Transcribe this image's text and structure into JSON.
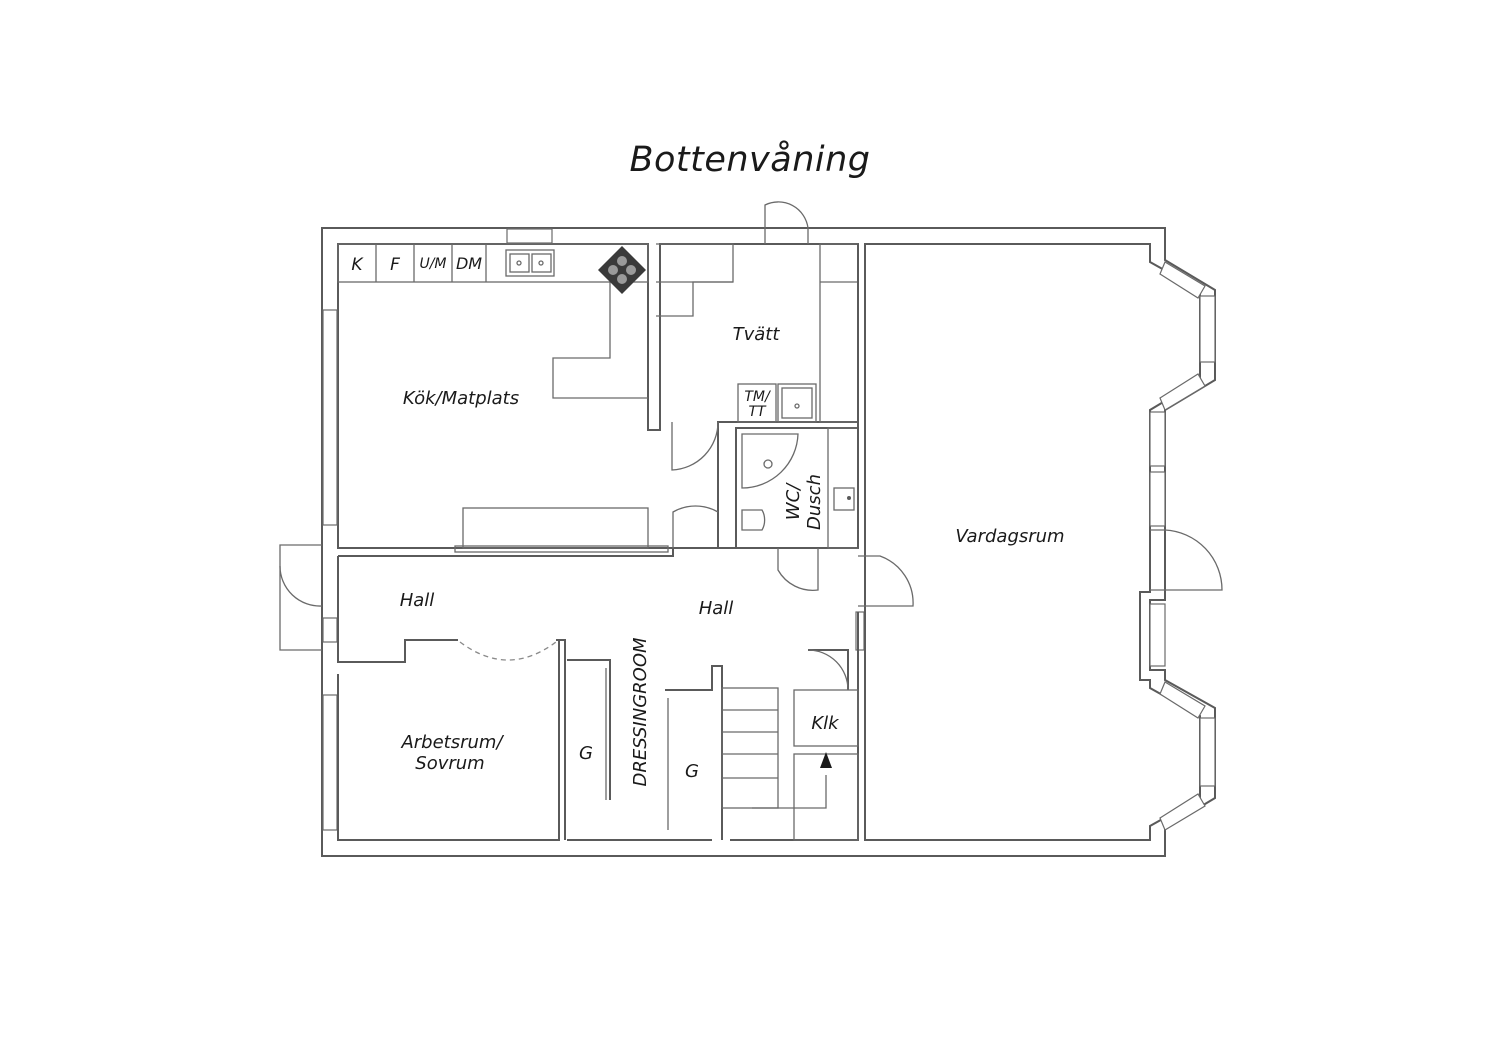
{
  "title": "Bottenvåning",
  "rooms": {
    "kok": "Kök/Matplats",
    "tvatt": "Tvätt",
    "vardagsrum": "Vardagsrum",
    "wc_line1": "WC/",
    "wc_line2": "Dusch",
    "hall_left": "Hall",
    "hall_center": "Hall",
    "arbetsrum_line1": "Arbetsrum/",
    "arbetsrum_line2": "Sovrum",
    "dressingroom": "DRESSINGROOM",
    "klk": "Klk",
    "g_left": "G",
    "g_right": "G"
  },
  "appliances": {
    "k": "K",
    "f": "F",
    "um": "U/M",
    "dm": "DM",
    "tm": "TM/",
    "tt": "TT"
  }
}
